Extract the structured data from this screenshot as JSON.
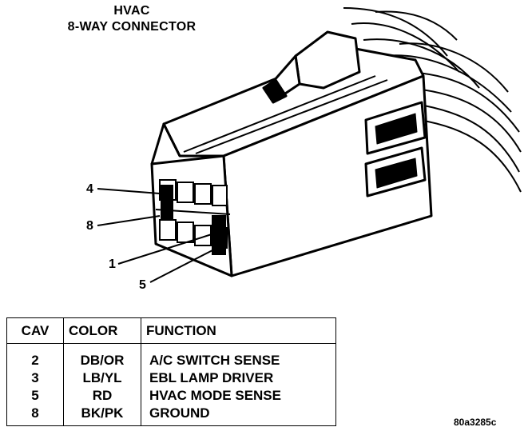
{
  "title": {
    "line1": "HVAC",
    "line2": "8-WAY CONNECTOR"
  },
  "callouts": {
    "cav4": "4",
    "cav8": "8",
    "cav1": "1",
    "cav5": "5"
  },
  "table": {
    "headers": {
      "cav": "CAV",
      "color": "COLOR",
      "function": "FUNCTION"
    },
    "rows": [
      {
        "cav": "2",
        "color": "DB/OR",
        "function": "A/C SWITCH SENSE"
      },
      {
        "cav": "3",
        "color": "LB/YL",
        "function": "EBL LAMP DRIVER"
      },
      {
        "cav": "5",
        "color": "RD",
        "function": "HVAC MODE SENSE"
      },
      {
        "cav": "8",
        "color": "BK/PK",
        "function": "GROUND"
      }
    ]
  },
  "figure_id": "80a3285c"
}
